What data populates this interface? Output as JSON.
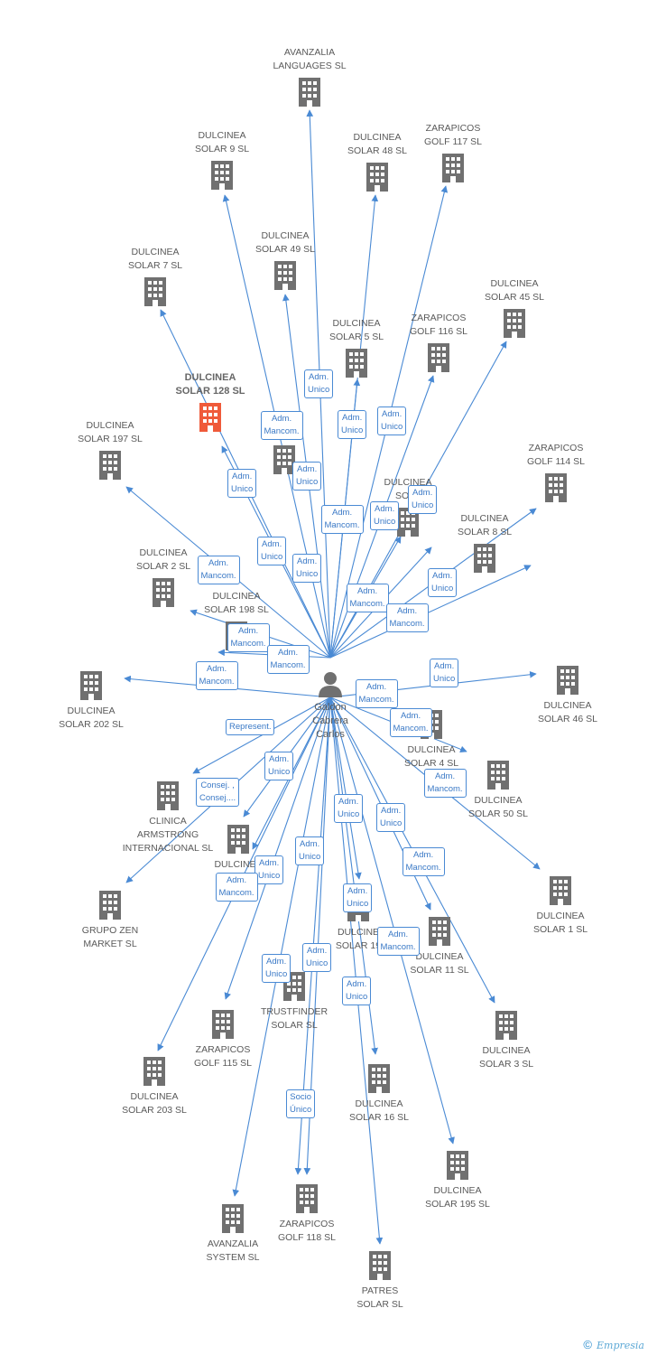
{
  "colors": {
    "edge": "#4a8ad4",
    "building": "#707070",
    "highlight": "#ef5a3a",
    "person": "#707070"
  },
  "center": {
    "name": "Galdon\nCabrera\nCarlos",
    "icon": "person-icon"
  },
  "companies": [
    {
      "id": "avanzalia-languages",
      "name": "AVANZALIA\nLANGUAGES SL"
    },
    {
      "id": "dulcinea-solar-9",
      "name": "DULCINEA\nSOLAR 9 SL"
    },
    {
      "id": "dulcinea-solar-48",
      "name": "DULCINEA\nSOLAR 48 SL"
    },
    {
      "id": "zarapicos-golf-117",
      "name": "ZARAPICOS\nGOLF 117 SL"
    },
    {
      "id": "dulcinea-solar-49",
      "name": "DULCINEA\nSOLAR 49 SL"
    },
    {
      "id": "dulcinea-solar-7",
      "name": "DULCINEA\nSOLAR 7 SL"
    },
    {
      "id": "dulcinea-solar-45",
      "name": "DULCINEA\nSOLAR 45 SL"
    },
    {
      "id": "dulcinea-solar-5",
      "name": "DULCINEA\nSOLAR 5 SL"
    },
    {
      "id": "zarapicos-golf-116",
      "name": "ZARAPICOS\nGOLF 116 SL"
    },
    {
      "id": "dulcinea-solar-128",
      "name": "DULCINEA\nSOLAR 128 SL",
      "highlight": true
    },
    {
      "id": "dulcinea-solar-197",
      "name": "DULCINEA\nSOLAR 197 SL"
    },
    {
      "id": "hidden-1",
      "name": ""
    },
    {
      "id": "zarapicos-golf-114",
      "name": "ZARAPICOS\nGOLF 114 SL"
    },
    {
      "id": "dulcinea-solar-x",
      "name": "DULCINEA\nSOLA"
    },
    {
      "id": "dulcinea-solar-8",
      "name": "DULCINEA\nSOLAR 8 SL"
    },
    {
      "id": "dulcinea-solar-2",
      "name": "DULCINEA\nSOLAR 2 SL"
    },
    {
      "id": "dulcinea-solar-198",
      "name": "DULCINEA\nSOLAR 198 SL"
    },
    {
      "id": "dulcinea-solar-202",
      "name": "DULCINEA\nSOLAR 202 SL"
    },
    {
      "id": "dulcinea-solar-46",
      "name": "DULCINEA\nSOLAR 46 SL"
    },
    {
      "id": "dulcinea-solar-4",
      "name": "DULCINEA\nSOLAR 4 SL"
    },
    {
      "id": "clinica-armstrong",
      "name": "CLINICA\nARMSTRONG\nINTERNACIONAL SL"
    },
    {
      "id": "dulcinea-solar-50",
      "name": "DULCINEA\nSOLAR 50 SL"
    },
    {
      "id": "dulcinea-s-y",
      "name": "DULCINEA\nS"
    },
    {
      "id": "grupo-zen",
      "name": "GRUPO ZEN\nMARKET  SL"
    },
    {
      "id": "dulcinea-solar-1",
      "name": "DULCINEA\nSOLAR 1 SL"
    },
    {
      "id": "dulcinea-solar-19x",
      "name": "DULCINE\nSOLAR 19"
    },
    {
      "id": "dulcinea-solar-11",
      "name": "DULCINEA\nSOLAR 11 SL"
    },
    {
      "id": "trustfinder",
      "name": "TRUSTFINDER\nSOLAR SL"
    },
    {
      "id": "zarapicos-golf-115",
      "name": "ZARAPICOS\nGOLF 115 SL"
    },
    {
      "id": "dulcinea-solar-3",
      "name": "DULCINEA\nSOLAR 3 SL"
    },
    {
      "id": "dulcinea-solar-203",
      "name": "DULCINEA\nSOLAR 203 SL"
    },
    {
      "id": "dulcinea-solar-16",
      "name": "DULCINEA\nSOLAR 16 SL"
    },
    {
      "id": "dulcinea-solar-195",
      "name": "DULCINEA\nSOLAR 195 SL"
    },
    {
      "id": "zarapicos-golf-118",
      "name": "ZARAPICOS\nGOLF 118 SL"
    },
    {
      "id": "avanzalia-system",
      "name": "AVANZALIA\nSYSTEM SL"
    },
    {
      "id": "patres-solar",
      "name": "PATRES\nSOLAR SL"
    }
  ],
  "roles": [
    {
      "id": "r1",
      "text": "Adm.\nUnico"
    },
    {
      "id": "r2",
      "text": "Adm.\nMancom."
    },
    {
      "id": "r3",
      "text": "Adm.\nUnico"
    },
    {
      "id": "r4",
      "text": "Adm.\nUnico"
    },
    {
      "id": "r5",
      "text": "Adm.\nUnico"
    },
    {
      "id": "r6",
      "text": "Adm.\nUnico"
    },
    {
      "id": "r7",
      "text": "Adm.\nMancom."
    },
    {
      "id": "r8",
      "text": "Adm.\nUnico"
    },
    {
      "id": "r9",
      "text": "Adm.\nUnico"
    },
    {
      "id": "r10",
      "text": "Adm.\nUnico"
    },
    {
      "id": "r11",
      "text": "Adm.\nUnico"
    },
    {
      "id": "r12",
      "text": "Adm.\nMancom."
    },
    {
      "id": "r13",
      "text": "Adm.\nMancom."
    },
    {
      "id": "r14",
      "text": "Adm.\nUnico"
    },
    {
      "id": "r15",
      "text": "Adm.\nMancom."
    },
    {
      "id": "r16",
      "text": "Adm.\nMancom."
    },
    {
      "id": "r17",
      "text": "Adm.\nMancom."
    },
    {
      "id": "r18",
      "text": "Adm.\nMancom."
    },
    {
      "id": "r19",
      "text": "Adm.\nUnico"
    },
    {
      "id": "r20",
      "text": "Adm.\nMancom."
    },
    {
      "id": "r21",
      "text": "Represent."
    },
    {
      "id": "r22",
      "text": "Adm.\nMancom."
    },
    {
      "id": "r23",
      "text": "Adm.\nUnico"
    },
    {
      "id": "r24",
      "text": "Adm.\nMancom."
    },
    {
      "id": "r25",
      "text": "Consej. ,\nConsej...."
    },
    {
      "id": "r26",
      "text": "Adm.\nUnico"
    },
    {
      "id": "r27",
      "text": "Adm.\nUnico"
    },
    {
      "id": "r28",
      "text": "Adm.\nUnico"
    },
    {
      "id": "r29",
      "text": "Adm.\nUnico"
    },
    {
      "id": "r30",
      "text": "Adm.\nMancom."
    },
    {
      "id": "r31",
      "text": "Adm.\nMancom."
    },
    {
      "id": "r32",
      "text": "Adm.\nUnico"
    },
    {
      "id": "r33",
      "text": "Adm.\nMancom."
    },
    {
      "id": "r34",
      "text": "Adm.\nUnico"
    },
    {
      "id": "r35",
      "text": "Adm.\nUnico"
    },
    {
      "id": "r36",
      "text": "Adm.\nUnico"
    },
    {
      "id": "r37",
      "text": "Socio\nÚnico"
    }
  ],
  "footer": {
    "copyright": "©",
    "brand": "Empresia"
  }
}
